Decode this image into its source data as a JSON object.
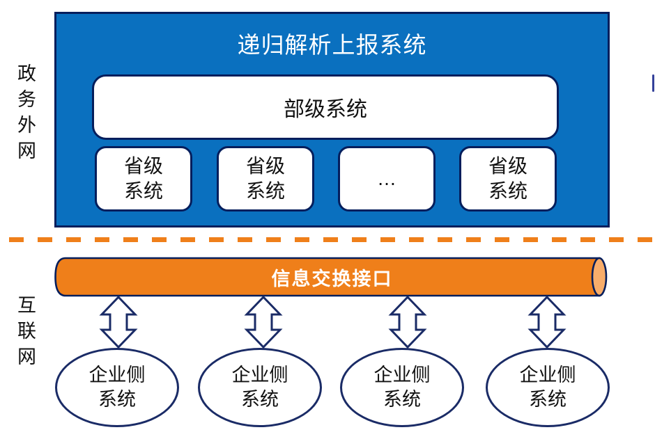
{
  "colors": {
    "zone_blue": "#0A70BF",
    "border_navy": "#051E5C",
    "shape_navy": "#1A2B66",
    "orange": "#EF7F1A",
    "cylinder_cap": "#F8AD6A",
    "text_dark": "#111111",
    "text_white": "#FFFFFF"
  },
  "side_labels": {
    "top": "政务外网",
    "bottom": "互联网"
  },
  "gov_zone": {
    "title": "递归解析上报系统",
    "ministry_system": "部级系统",
    "province_systems": [
      "省级\n系统",
      "省级\n系统",
      "…",
      "省级\n系统"
    ]
  },
  "interface_bar": {
    "label": "信息交换接口"
  },
  "internet_zone": {
    "enterprise_systems": [
      "企业侧\n系统",
      "企业侧\n系统",
      "企业侧\n系统",
      "企业侧\n系统"
    ]
  }
}
